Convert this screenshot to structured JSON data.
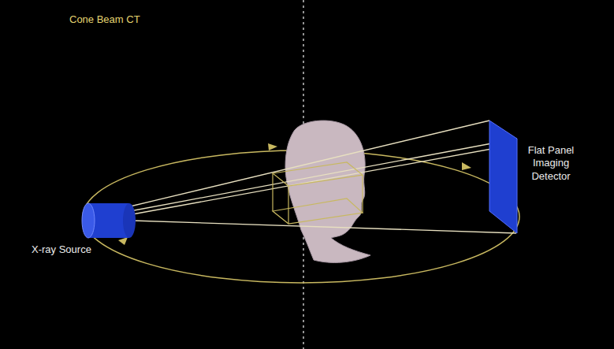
{
  "diagram": {
    "title": "Cone Beam CT",
    "labels": [
      "X-ray Source",
      "Flat Panel Imaging Detector"
    ]
  }
}
